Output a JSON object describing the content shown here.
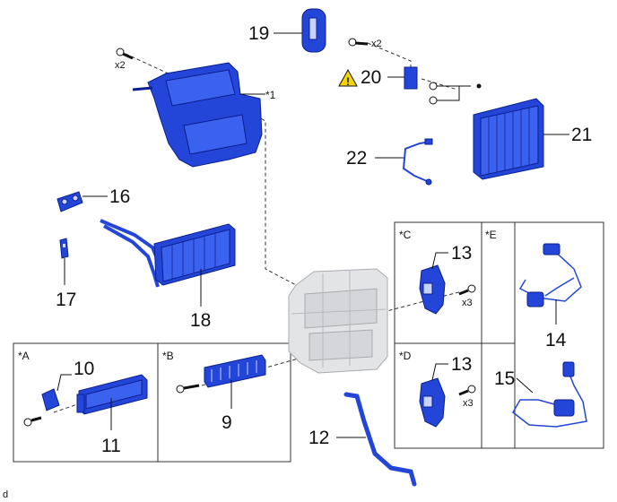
{
  "callouts": {
    "n19": "19",
    "n20": "20",
    "n21": "21",
    "n22": "22",
    "n16": "16",
    "n17": "17",
    "n18": "18",
    "n13c": "13",
    "n13d": "13",
    "n14": "14",
    "n15": "15",
    "n10": "10",
    "n11": "11",
    "n9": "9",
    "n12": "12",
    "star1": "*1"
  },
  "quantities": {
    "top_screw": "x2",
    "right_screw": "x2",
    "screw_c": "x3",
    "screw_d": "x3"
  },
  "boxes": {
    "a": "*A",
    "b": "*B",
    "c": "*C",
    "d": "*D",
    "e": "*E"
  },
  "warning_symbol": "!",
  "footer_mark": "d",
  "colors": {
    "part_blue": "#2446d8",
    "outline_blue": "#0b1f8f",
    "housing_grey": "#e3e4e6",
    "warning_yellow": "#f5d400"
  },
  "icons": [
    "warning-triangle-icon"
  ]
}
